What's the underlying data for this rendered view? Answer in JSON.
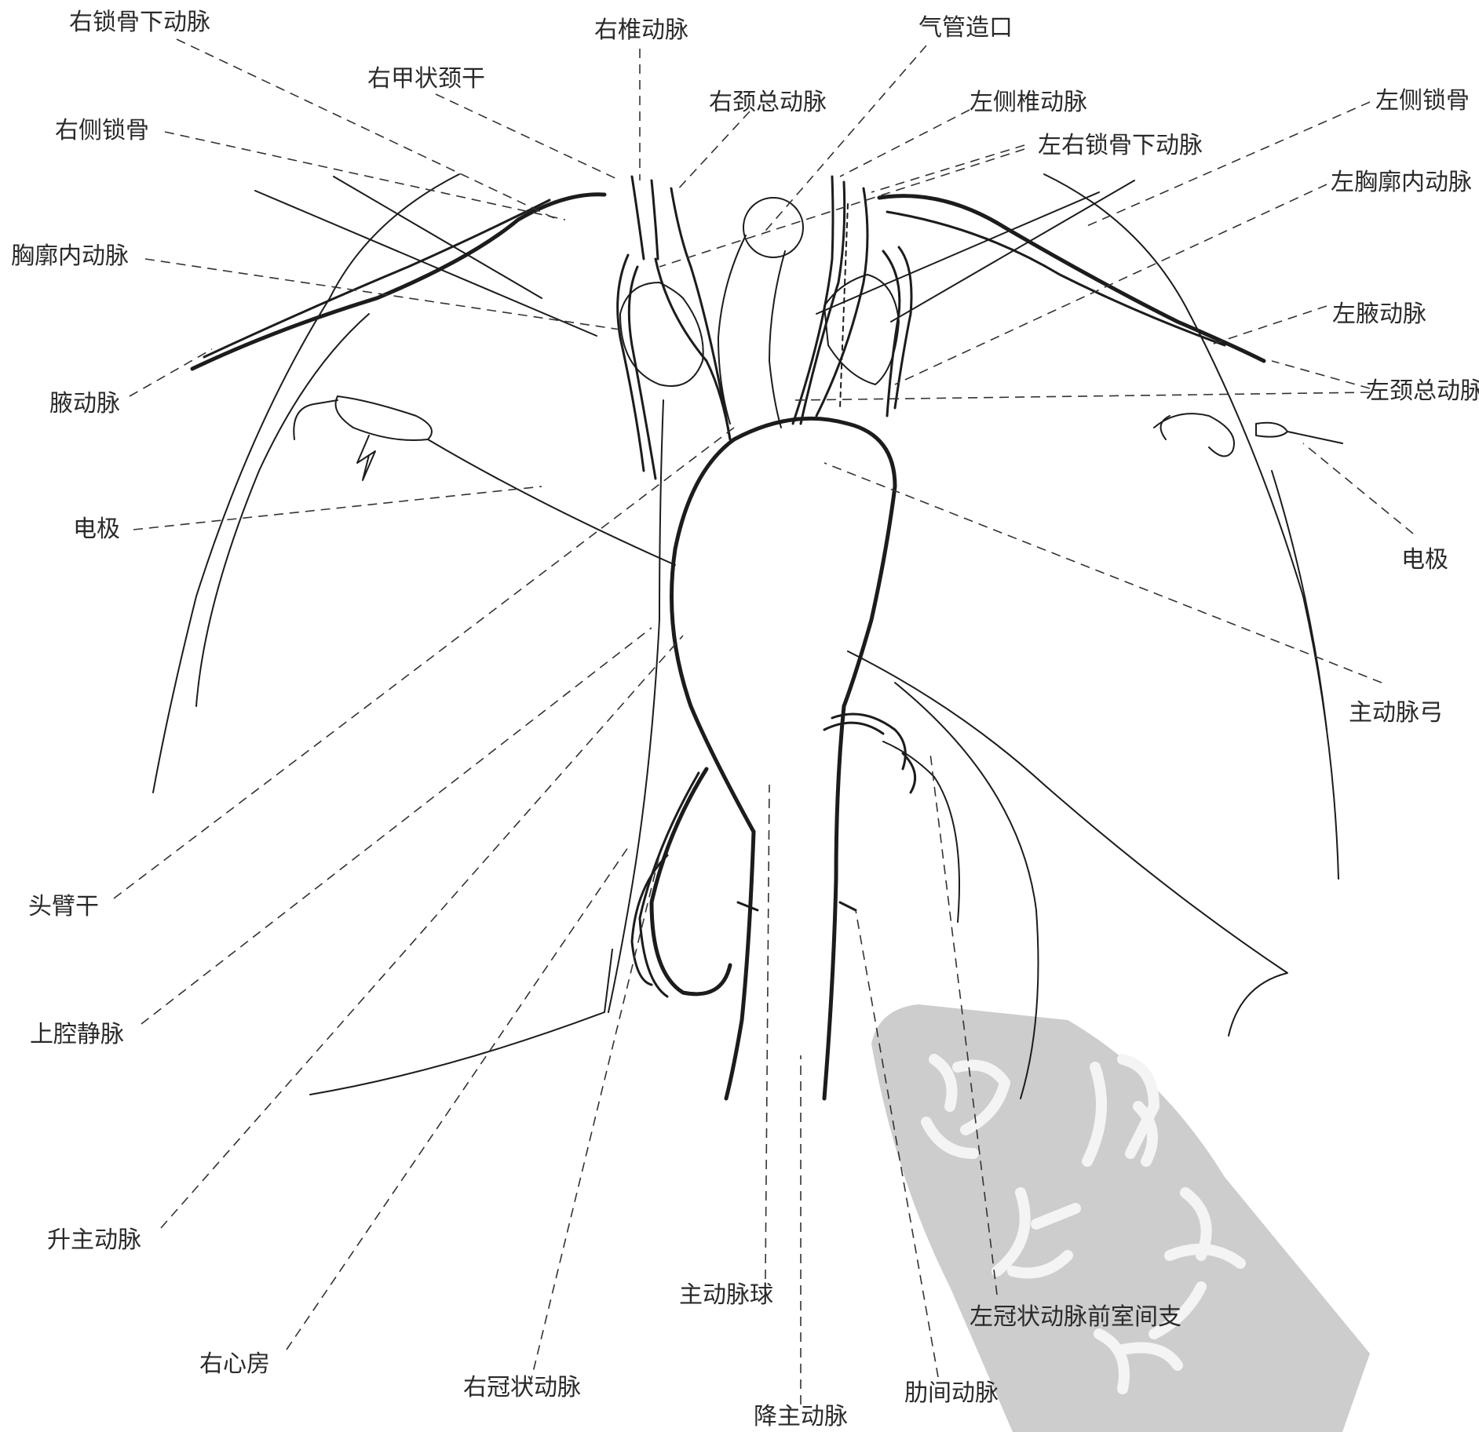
{
  "labels": [
    {
      "id": "r-subclavian-a",
      "text": "右锁骨下动脉"
    },
    {
      "id": "r-vertebral-a",
      "text": "右椎动脉"
    },
    {
      "id": "tracheostomy",
      "text": "气管造口"
    },
    {
      "id": "r-thyrocervical",
      "text": "右甲状颈干"
    },
    {
      "id": "r-common-carotid",
      "text": "右颈总动脉"
    },
    {
      "id": "l-vertebral-a",
      "text": "左侧椎动脉"
    },
    {
      "id": "l-clavicle",
      "text": "左侧锁骨"
    },
    {
      "id": "r-clavicle",
      "text": "右侧锁骨"
    },
    {
      "id": "lr-subclavian-a",
      "text": "左右锁骨下动脉"
    },
    {
      "id": "l-int-thoracic-a",
      "text": "左胸廓内动脉"
    },
    {
      "id": "int-thoracic-a",
      "text": "胸廓内动脉"
    },
    {
      "id": "l-axillary-a",
      "text": "左腋动脉"
    },
    {
      "id": "axillary-a",
      "text": "腋动脉"
    },
    {
      "id": "l-common-carotid",
      "text": "左颈总动脉"
    },
    {
      "id": "electrode-left",
      "text": "电极"
    },
    {
      "id": "electrode-right",
      "text": "电极"
    },
    {
      "id": "aortic-arch",
      "text": "主动脉弓"
    },
    {
      "id": "brachiocephalic",
      "text": "头臂干"
    },
    {
      "id": "svc",
      "text": "上腔静脉"
    },
    {
      "id": "ascending-aorta",
      "text": "升主动脉"
    },
    {
      "id": "right-atrium",
      "text": "右心房"
    },
    {
      "id": "r-coronary-a",
      "text": "右冠状动脉"
    },
    {
      "id": "aortic-bulb",
      "text": "主动脉球"
    },
    {
      "id": "lad",
      "text": "左冠状动脉前室间支"
    },
    {
      "id": "descending-aorta",
      "text": "降主动脉"
    },
    {
      "id": "intercostal-a",
      "text": "肋间动脉"
    }
  ],
  "colors": {
    "line": "#1c1c1c",
    "text": "#2a2a2a",
    "watermark": "#c9c9c9",
    "background": "#ffffff"
  },
  "icons": {
    "watermark": "seal-watermark"
  }
}
